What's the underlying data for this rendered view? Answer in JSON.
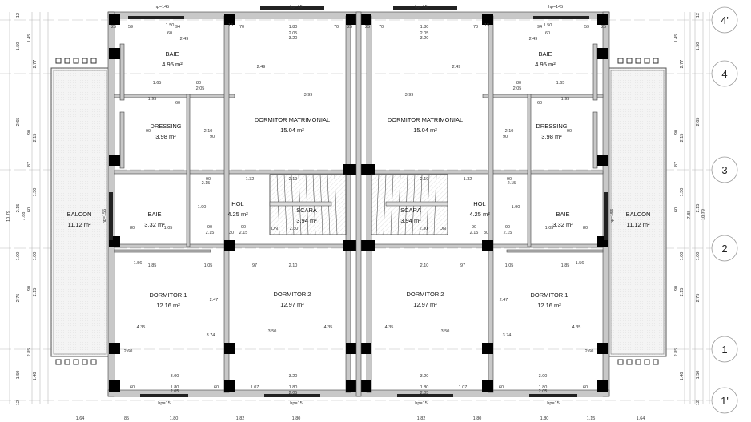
{
  "rooms_left": [
    {
      "name": "BAIE",
      "area": "4.95 m²"
    },
    {
      "name": "DRESSING",
      "area": "3.98 m²"
    },
    {
      "name": "DORMITOR MATRIMONIAL",
      "area": "15.04 m²"
    },
    {
      "name": "HOL",
      "area": "4.25 m²"
    },
    {
      "name": "BAIE",
      "area": "3.32 m²"
    },
    {
      "name": "SCARA",
      "area": "3.94 m²"
    },
    {
      "name": "DORMITOR 1",
      "area": "12.16 m²"
    },
    {
      "name": "DORMITOR 2",
      "area": "12.97 m²"
    },
    {
      "name": "BALCON",
      "area": "11.12 m²"
    }
  ],
  "rooms_right": [
    {
      "name": "BAIE",
      "area": "4.95 m²"
    },
    {
      "name": "DRESSING",
      "area": "3.98 m²"
    },
    {
      "name": "DORMITOR MATRIMONIAL",
      "area": "15.04 m²"
    },
    {
      "name": "HOL",
      "area": "4.25 m²"
    },
    {
      "name": "BAIE",
      "area": "3.32 m²"
    },
    {
      "name": "SCARA",
      "area": "3.94 m²"
    },
    {
      "name": "DORMITOR 1",
      "area": "12.16 m²"
    },
    {
      "name": "DORMITOR 2",
      "area": "12.97 m²"
    },
    {
      "name": "BALCON",
      "area": "11.12 m²"
    }
  ],
  "grid_axes": [
    "4'",
    "4",
    "3",
    "2",
    "1",
    "1'"
  ],
  "window_labels": {
    "top": [
      "hp=145",
      "hp=15",
      "hp=15",
      "hp=145"
    ],
    "bottom": [
      "hp=15",
      "hp=15",
      "hp=15",
      "hp=15"
    ],
    "side": [
      "hp=155",
      "hp=155"
    ]
  },
  "dims_left_outer": [
    "12",
    "1.50",
    "2.65",
    "2.15",
    "1.00",
    "2.75",
    "1.50",
    "12"
  ],
  "dims_left_mid": [
    "1.45",
    "2.77",
    "90",
    "2.15",
    "87",
    "1.50",
    "60",
    "1.00",
    "90",
    "2.15",
    "2.85",
    "1.46"
  ],
  "dims_total": [
    "10.79",
    "7.88"
  ],
  "dims_bottom": [
    "1.64",
    "85",
    "1.80",
    "1.82",
    "1.80",
    "1.82",
    "1.80",
    "1.80",
    "1.15",
    "1.64"
  ],
  "dims_interior_left": [
    "25",
    "59",
    "1.50",
    "60",
    "2.49",
    "94",
    "15",
    "70",
    "1.80",
    "2.05",
    "3.20",
    "70",
    "25",
    "1.65",
    "80",
    "2.05",
    "1.95",
    "60",
    "90",
    "2.10",
    "90",
    "2.49",
    "3.99",
    "1.32",
    "2.19",
    "90",
    "2.15",
    "1.90",
    "90",
    "2.15",
    "30",
    "90",
    "2.15",
    "1.05",
    "80",
    "2.30",
    "1.85",
    "1.05",
    "97",
    "2.10",
    "1.56",
    "2.47",
    "4.35",
    "3.74",
    "3.50",
    "4.35",
    "2.60",
    "3.00",
    "3.20",
    "1.80",
    "2.05",
    "60",
    "60",
    "1.07",
    "1.80",
    "2.05"
  ],
  "stair_labels": [
    "DN",
    "DN"
  ]
}
